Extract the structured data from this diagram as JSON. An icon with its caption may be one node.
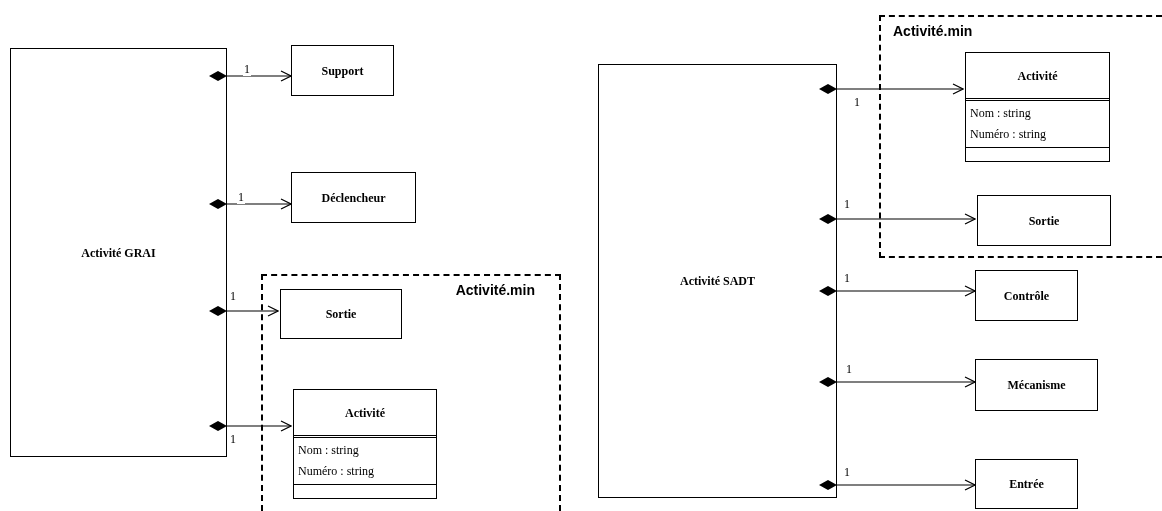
{
  "diagram": {
    "nodes": [
      {
        "text": [
          "Activité GRAI"
        ]
      },
      {
        "text": [
          "Support"
        ]
      },
      {
        "text": [
          "Déclencheur"
        ]
      },
      {
        "text": [
          "Activité.min"
        ]
      },
      {
        "text": [
          "Sortie"
        ],
        "in": 3
      },
      {
        "text": [
          "Activité",
          "Nom : string",
          "Numéro : string"
        ],
        "in": 3
      },
      {
        "text": [
          "Activité SADT"
        ]
      },
      {
        "text": [
          "Activité.min"
        ]
      },
      {
        "text": [
          "Activité",
          "Nom : string",
          "Numéro : string"
        ],
        "in": 7
      },
      {
        "text": [
          "Sortie"
        ],
        "in": 7
      },
      {
        "text": [
          "Contrôle"
        ]
      },
      {
        "text": [
          "Mécanisme"
        ]
      },
      {
        "text": [
          "Entrée"
        ]
      }
    ],
    "edges": [
      {
        "from": 0,
        "to": 1,
        "arrow": "to",
        "label": "1"
      },
      {
        "from": 0,
        "to": 2,
        "arrow": "to",
        "label": "1"
      },
      {
        "from": 0,
        "to": 4,
        "arrow": "to",
        "label": "1"
      },
      {
        "from": 0,
        "to": 5,
        "arrow": "to",
        "label": "1"
      },
      {
        "from": 6,
        "to": 8,
        "arrow": "to",
        "label": "1"
      },
      {
        "from": 6,
        "to": 9,
        "arrow": "to",
        "label": "1"
      },
      {
        "from": 6,
        "to": 10,
        "arrow": "to",
        "label": "1"
      },
      {
        "from": 6,
        "to": 11,
        "arrow": "to",
        "label": "1"
      },
      {
        "from": 6,
        "to": 12,
        "arrow": "to",
        "label": "1"
      }
    ]
  }
}
